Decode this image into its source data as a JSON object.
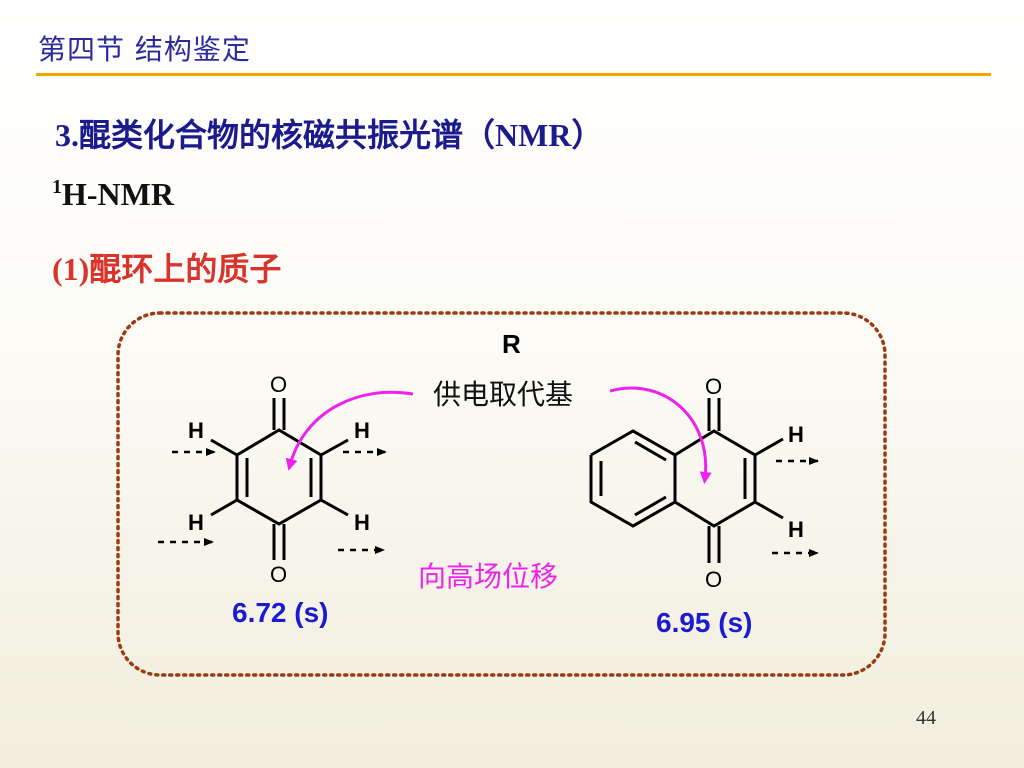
{
  "header": {
    "section_title": "第四节  结构鉴定"
  },
  "content": {
    "heading": "3.醌类化合物的核磁共振光谱（NMR）",
    "subheading_sup": "1",
    "subheading_main": "H-NMR",
    "point": "(1)醌环上的质子"
  },
  "figure": {
    "substituent_label": "R",
    "edg_label": "供电取代基",
    "shift_direction": "向高场位移",
    "benzoquinone_shift": "6.72 (s)",
    "naphthoquinone_shift": "6.95 (s)",
    "atom_O": "O",
    "atom_H": "H"
  },
  "footer": {
    "page_number": "44"
  },
  "colors": {
    "title_blue": "#2b2b9e",
    "rule_orange": "#f0a800",
    "heading_red": "#d9342b",
    "shift_blue": "#1b1bd0",
    "arrow_magenta": "#ee22ee",
    "frame_brown": "#9a3b10"
  }
}
